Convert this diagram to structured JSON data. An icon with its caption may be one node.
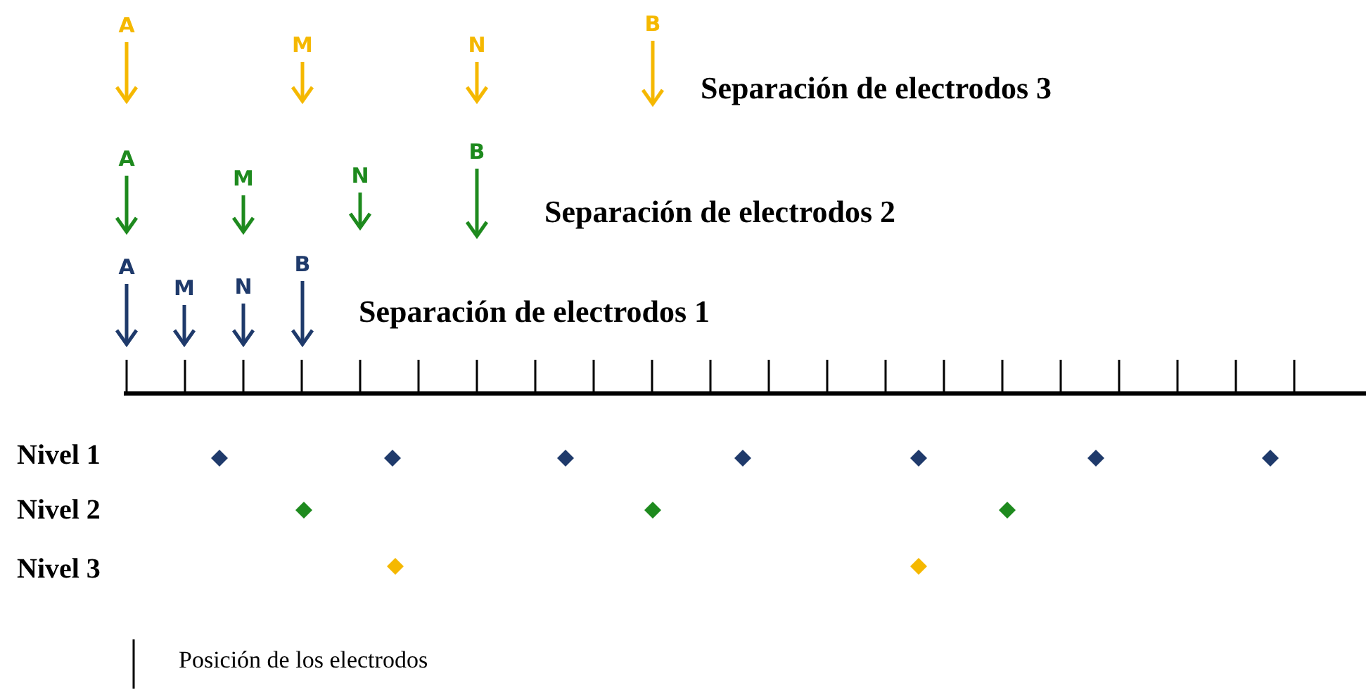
{
  "diagram": {
    "labels": [
      "A",
      "M",
      "N",
      "B",
      "Separación de electrodos 3",
      "A",
      "M",
      "N",
      "B",
      "Separación de electrodos 2",
      "A",
      "M",
      "N",
      "B",
      "Separación de electrodos 1",
      "Nivel 1",
      "Nivel 2",
      "Nivel 3"
    ],
    "legend": [
      {
        "text": "Posición de los electrodos"
      }
    ]
  }
}
